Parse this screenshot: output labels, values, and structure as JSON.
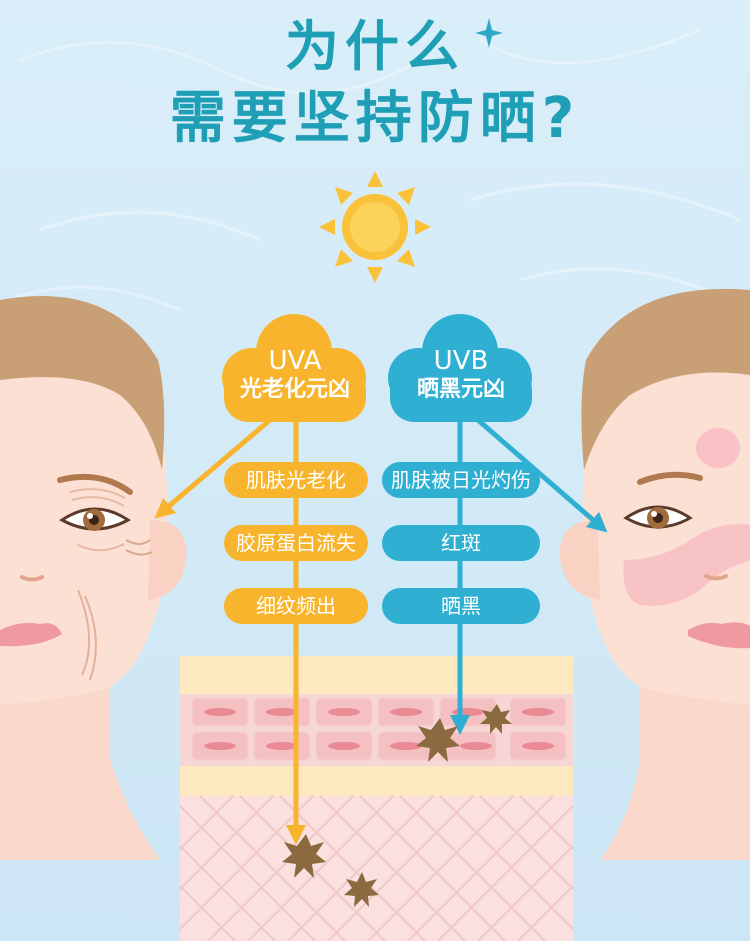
{
  "title": {
    "line1": "为什么",
    "line2": "需要坚持防晒?"
  },
  "uva": {
    "code": "UVA",
    "subtitle": "光老化元凶",
    "effects": [
      "肌肤光老化",
      "胶原蛋白流失",
      "细纹频出"
    ]
  },
  "uvb": {
    "code": "UVB",
    "subtitle": "晒黑元凶",
    "effects": [
      "肌肤被日光灼伤",
      "红斑",
      "晒黑"
    ]
  },
  "colors": {
    "title": "#1f9fb6",
    "uva": "#f8b42c",
    "uvb": "#2fb0d3",
    "sun": "#f9c23a",
    "background": "#d6ecf8"
  },
  "icons": [
    "sparkle-icon",
    "sun-icon",
    "damage-star-icon"
  ]
}
